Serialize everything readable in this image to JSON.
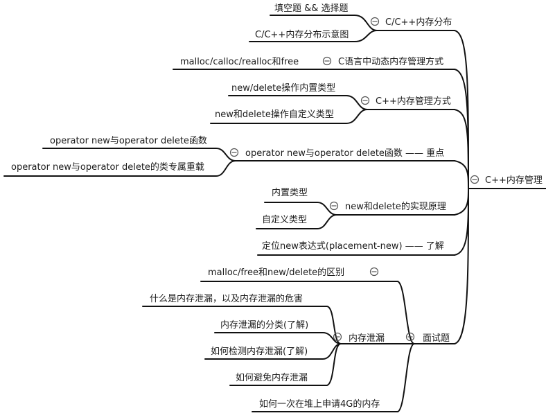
{
  "mindmap": {
    "root": {
      "label": "C++内存管理"
    },
    "branches": [
      {
        "id": "b1",
        "label": "C/C++内存分布",
        "children": [
          "填空题 && 选择题",
          "C/C++内存分布示意图"
        ]
      },
      {
        "id": "b2",
        "label": "C语言中动态内存管理方式",
        "children": [
          "malloc/calloc/realloc和free"
        ]
      },
      {
        "id": "b3",
        "label": "C++内存管理方式",
        "children": [
          "new/delete操作内置类型",
          "new和delete操作自定义类型"
        ]
      },
      {
        "id": "b4",
        "label": "operator new与operator delete函数 —— 重点",
        "children": [
          "operator new与operator delete函数",
          "operator new与operator delete的类专属重载"
        ]
      },
      {
        "id": "b5",
        "label": "new和delete的实现原理",
        "children": [
          "内置类型",
          "自定义类型"
        ]
      },
      {
        "id": "b6",
        "label": "定位new表达式(placement-new) —— 了解",
        "children": []
      },
      {
        "id": "b7",
        "label": "面试题",
        "children": [
          "malloc/free和new/delete的区别",
          "内存泄漏",
          "如何一次在堆上申请4G的内存"
        ],
        "sub": {
          "label": "内存泄漏",
          "children": [
            "什么是内存泄漏，以及内存泄漏的危害",
            "内存泄漏的分类(了解)",
            "如何检测内存泄漏(了解)",
            "如何避免内存泄漏"
          ]
        }
      }
    ],
    "colors": {
      "line": "#111111",
      "text": "#1a1a1a",
      "collapse": "#555555"
    }
  }
}
